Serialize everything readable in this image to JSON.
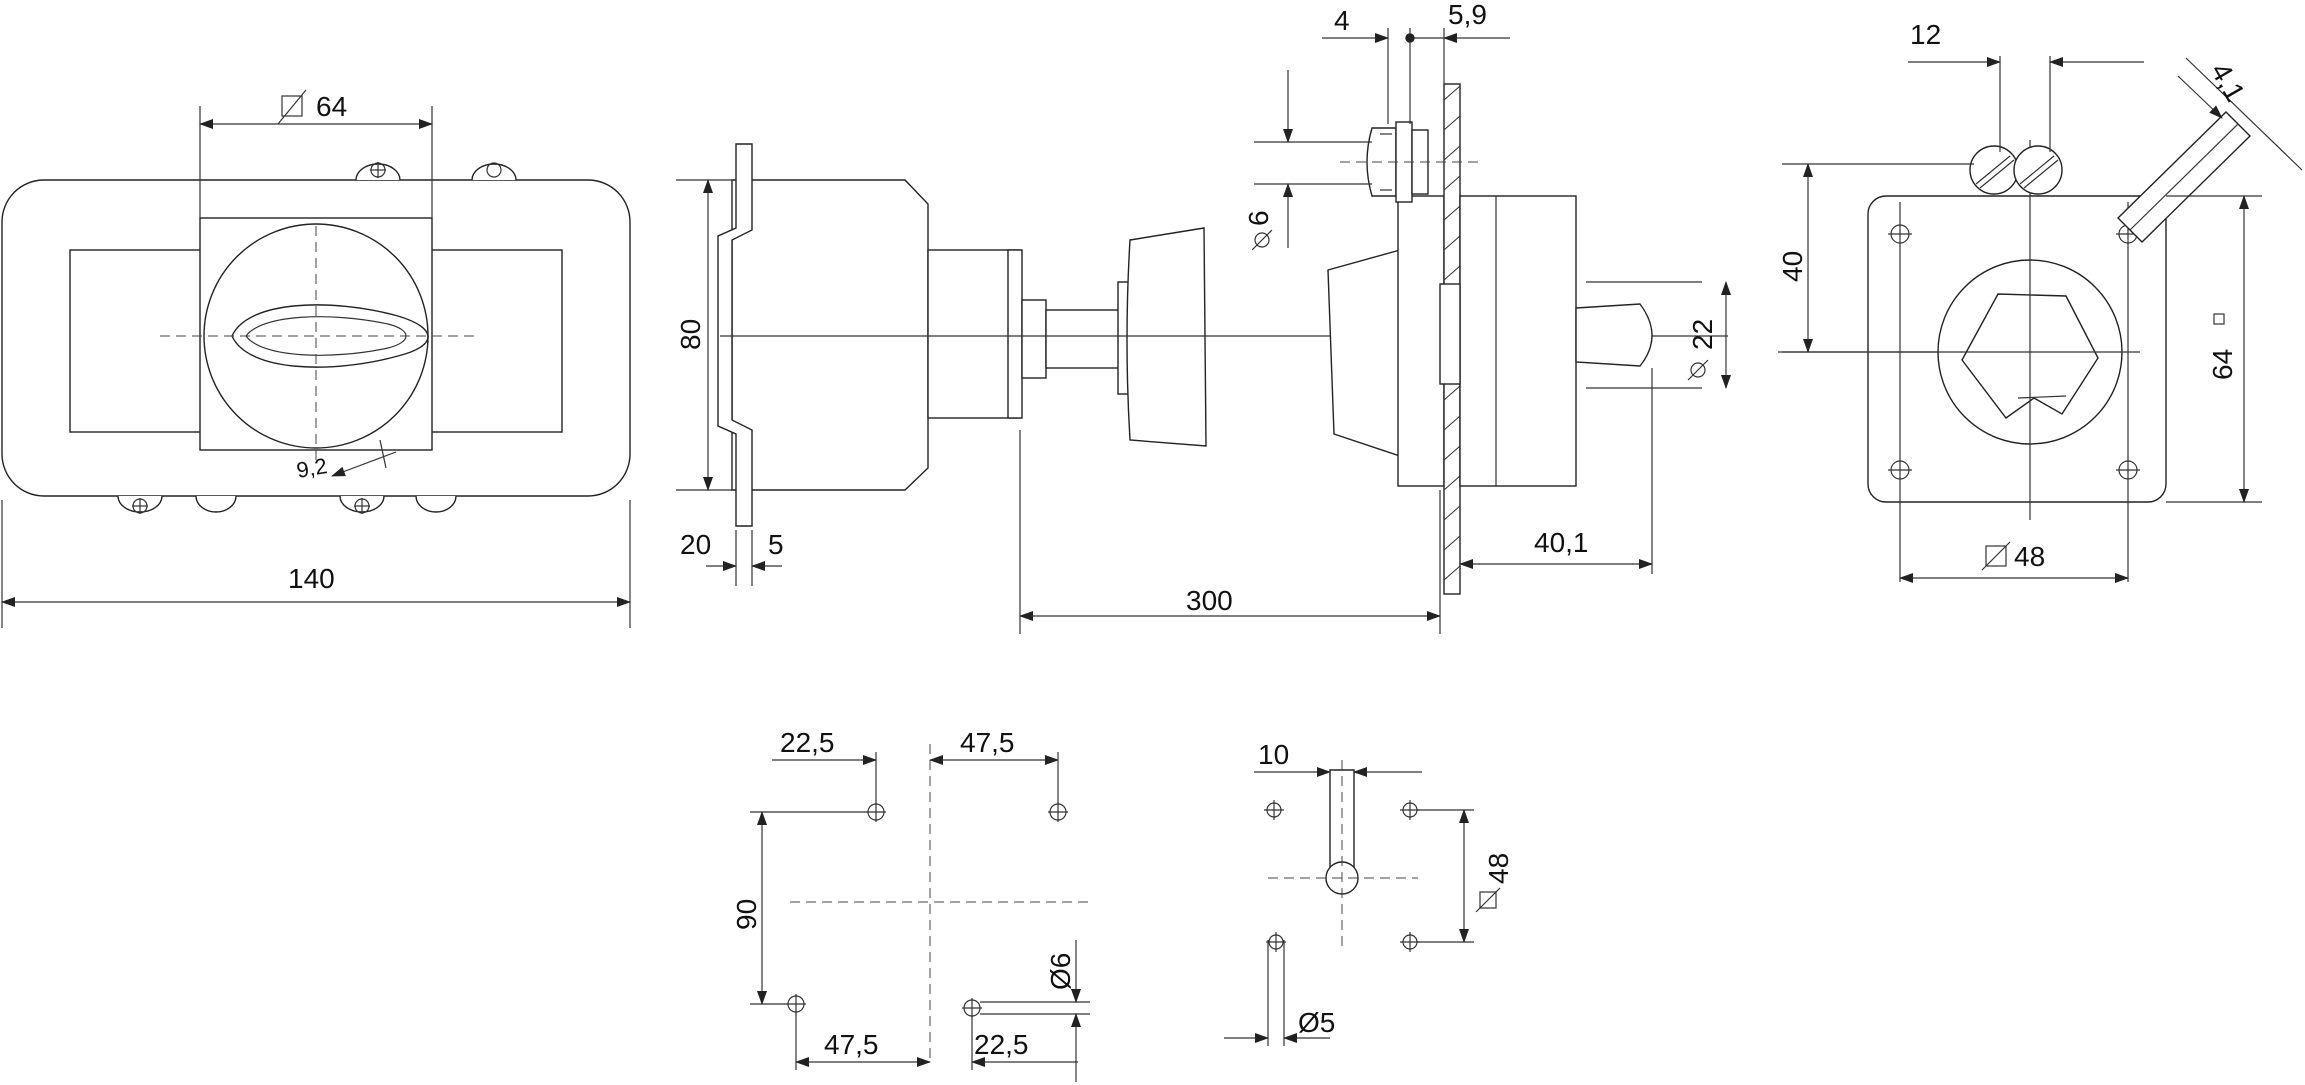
{
  "labels": {
    "front_square": "64",
    "front_width": "140",
    "front_handle": "9,2",
    "side_height": "80",
    "side_flange": "20",
    "side_flange2": "5",
    "shaft_length": "300",
    "mount_gap_left": "4",
    "mount_gap_right": "5,9",
    "mount_hole": "6",
    "shaft_dia": "22",
    "shaft_protrusion": "40,1",
    "door_slot": "12",
    "door_angle": "4,1",
    "door_height": "40",
    "door_square": "64",
    "door_hole_square": "48",
    "cutout_a_left": "22,5",
    "cutout_a_right": "47,5",
    "cutout_a_height": "90",
    "cutout_a_bottom_left": "47,5",
    "cutout_a_bottom_right": "22,5",
    "cutout_a_hole": "Ø6",
    "cutout_b_slot": "10",
    "cutout_b_square": "48",
    "cutout_b_hole": "Ø5"
  }
}
